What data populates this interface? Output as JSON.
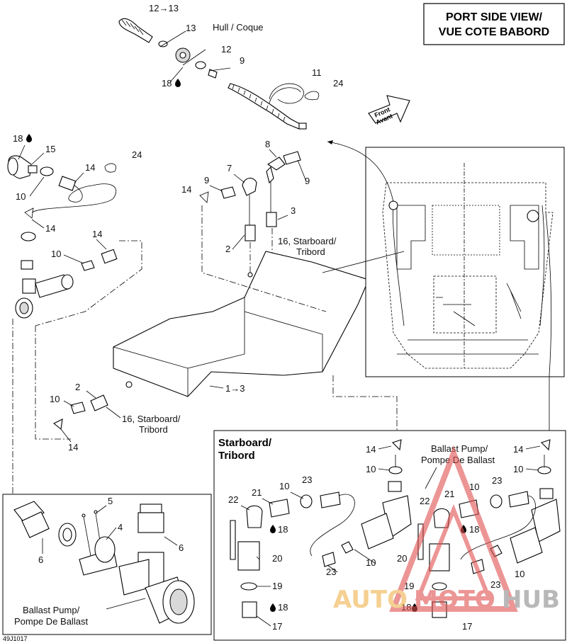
{
  "title": {
    "line1": "PORT SIDE VIEW/",
    "line2": "VUE COTE BABORD"
  },
  "front_arrow": {
    "line1": "Front",
    "line2": "Avant"
  },
  "starboard_box": {
    "line1": "Starboard/",
    "line2": "Tribord"
  },
  "drawing_code": "49J1017",
  "labels": {
    "l_12to13": "12→13",
    "l_13": "13",
    "l_hull": "Hull / Coque",
    "l_12": "12",
    "l_9a": "9",
    "l_11": "11",
    "l_24a": "24",
    "l_18a": "18",
    "l_18b": "18",
    "l_15": "15",
    "l_14a": "14",
    "l_24b": "24",
    "l_10a": "10",
    "l_14b": "14",
    "l_14c": "14",
    "l_10b": "10",
    "l_8": "8",
    "l_7": "7",
    "l_9b": "9",
    "l_9c": "9",
    "l_14d": "14",
    "l_3": "3",
    "l_2a": "2",
    "l_16a": "16, Starboard/",
    "l_16a2": "Tribord",
    "l_1to3": "1→3",
    "l_2b": "2",
    "l_10c": "10",
    "l_16b": "16, Starboard/",
    "l_16b2": "Tribord",
    "l_14e": "14",
    "l_5": "5",
    "l_4": "4",
    "l_6a": "6",
    "l_6b": "6",
    "l_bp1": "Ballast Pump/",
    "l_bp2": "Pompe De Ballast",
    "s_14a": "14",
    "s_10a": "10",
    "s_14b": "14",
    "s_10b": "10",
    "s_bp1": "Ballast Pump/",
    "s_bp2": "Pompe De Ballast",
    "s_22a": "22",
    "s_21a": "21",
    "s_10c": "10",
    "s_23a": "23",
    "s_18a": "18",
    "s_20a": "20",
    "s_23b": "23",
    "s_10d": "10",
    "s_19a": "19",
    "s_18b": "18",
    "s_17a": "17",
    "s_21b": "21",
    "s_10e": "10",
    "s_23c": "23",
    "s_22b": "22",
    "s_18c": "18",
    "s_20b": "20",
    "s_10f": "10",
    "s_23d": "23",
    "s_19b": "19",
    "s_18d": "18",
    "s_17b": "17"
  },
  "watermark": {
    "part1": "AUTO",
    "part2": "MOTO",
    "part3": "HUB"
  },
  "colors": {
    "watermark_red": "#e05050",
    "watermark_yellow": "#f0b24a",
    "watermark_gray": "#8a8a8a",
    "line": "#000000"
  }
}
